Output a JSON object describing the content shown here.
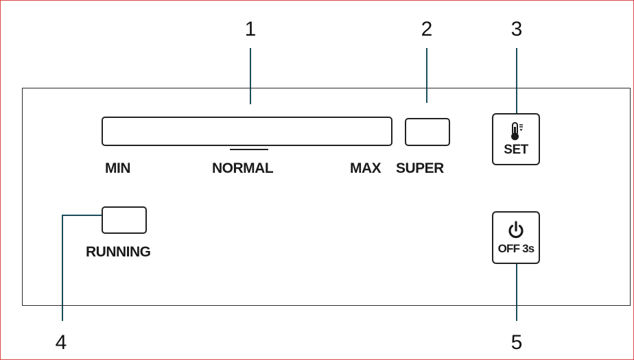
{
  "callouts": {
    "c1": "1",
    "c2": "2",
    "c3": "3",
    "c4": "4",
    "c5": "5"
  },
  "panel": {
    "indicator_labels": {
      "min": "MIN",
      "normal": "NORMAL",
      "max": "MAX",
      "super": "SUPER",
      "running": "RUNNING"
    },
    "set_button": {
      "icon": "thermometer-icon",
      "label": "SET"
    },
    "power_button": {
      "icon": "power-icon",
      "label": "OFF 3s"
    }
  },
  "colors": {
    "leader_line": "#1a4d5c",
    "frame_border": "#d94848",
    "outline": "#222222"
  }
}
